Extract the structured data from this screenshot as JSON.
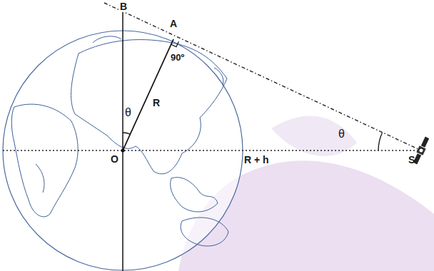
{
  "diagram": {
    "labels": [
      "B",
      "A",
      "90º",
      "θ",
      "R",
      "O",
      "θ",
      "R + h",
      "S"
    ]
  }
}
